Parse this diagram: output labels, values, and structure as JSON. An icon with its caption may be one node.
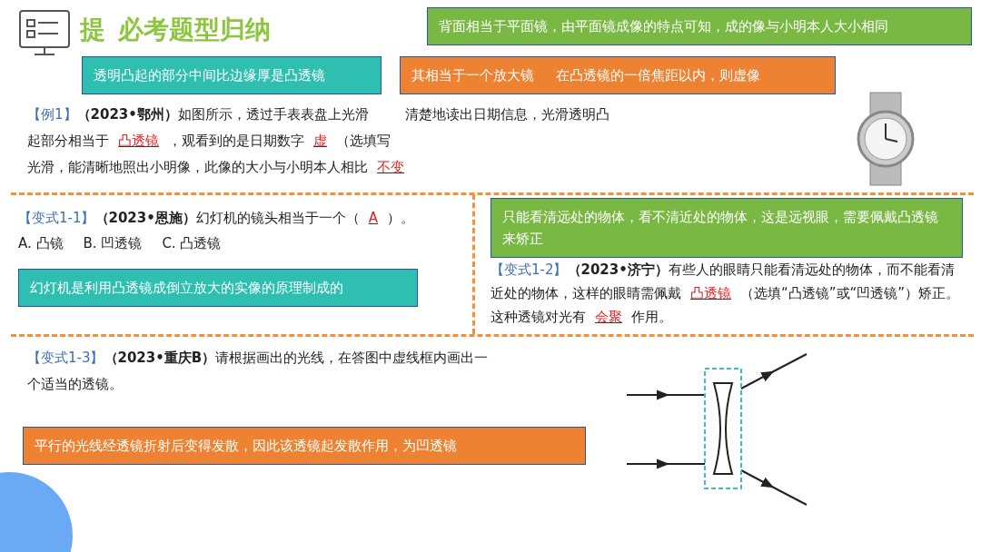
{
  "diagram": {
    "title": "必考题型归纳",
    "nodes": [
      {
        "text": [
          "背面相当于平面镜，由平面镜成像的特点可知，成的像与小明本人大小相同"
        ]
      },
      {
        "text": [
          "透明凸起的部分中间比边缘厚是凸透镜"
        ]
      },
      {
        "text": [
          "其相当于一个放大镜",
          "在凸透镜的一倍焦距以内，则虚像"
        ]
      },
      {
        "text": [
          "幻灯机是利用凸透镜成倒立放大的实像的原理制成的"
        ]
      },
      {
        "text": [
          "只能看清远处的物体，看不清近处的物体，这是远视眼，需要佩戴凸透镜来矫正"
        ]
      },
      {
        "text": [
          "平行的光线经透镜折射后变得发散，因此该透镜起发散作用，为凹透镜"
        ]
      }
    ],
    "labels": [
      "提",
      "【例1】",
      "（2023•鄂州）",
      "如图所示，透过手表表盘上光滑",
      "清楚地读出日期信息，光滑透明凸",
      "起部分相当于",
      "凸透镜",
      "，观看到的是日期数字",
      "虚",
      "（选填写",
      "光滑，能清晰地照出小明像，此像的大小与小明本人相比",
      "不变",
      "【变式1-1】",
      "（2023•恩施）",
      "幻灯机的镜头相当于一个（",
      "A",
      "）。",
      "A. 凸镜",
      "B. 凹透镜",
      "C. 凸透镜",
      "【变式1-2】",
      "（2023•济宁）",
      "有些人的眼睛只能看清远处的物体，而不能看清近处的物体，这样的眼睛需佩戴",
      "凸透镜",
      "（选填“凸透镜”或“凹透镜”）矫正。这种透镜对光有",
      "会聚",
      "作用。",
      "【变式1-3】",
      "（2023•重庆B）",
      "请根据画出的光线，在答图中虚线框内画出一个适当的透镜。"
    ]
  }
}
